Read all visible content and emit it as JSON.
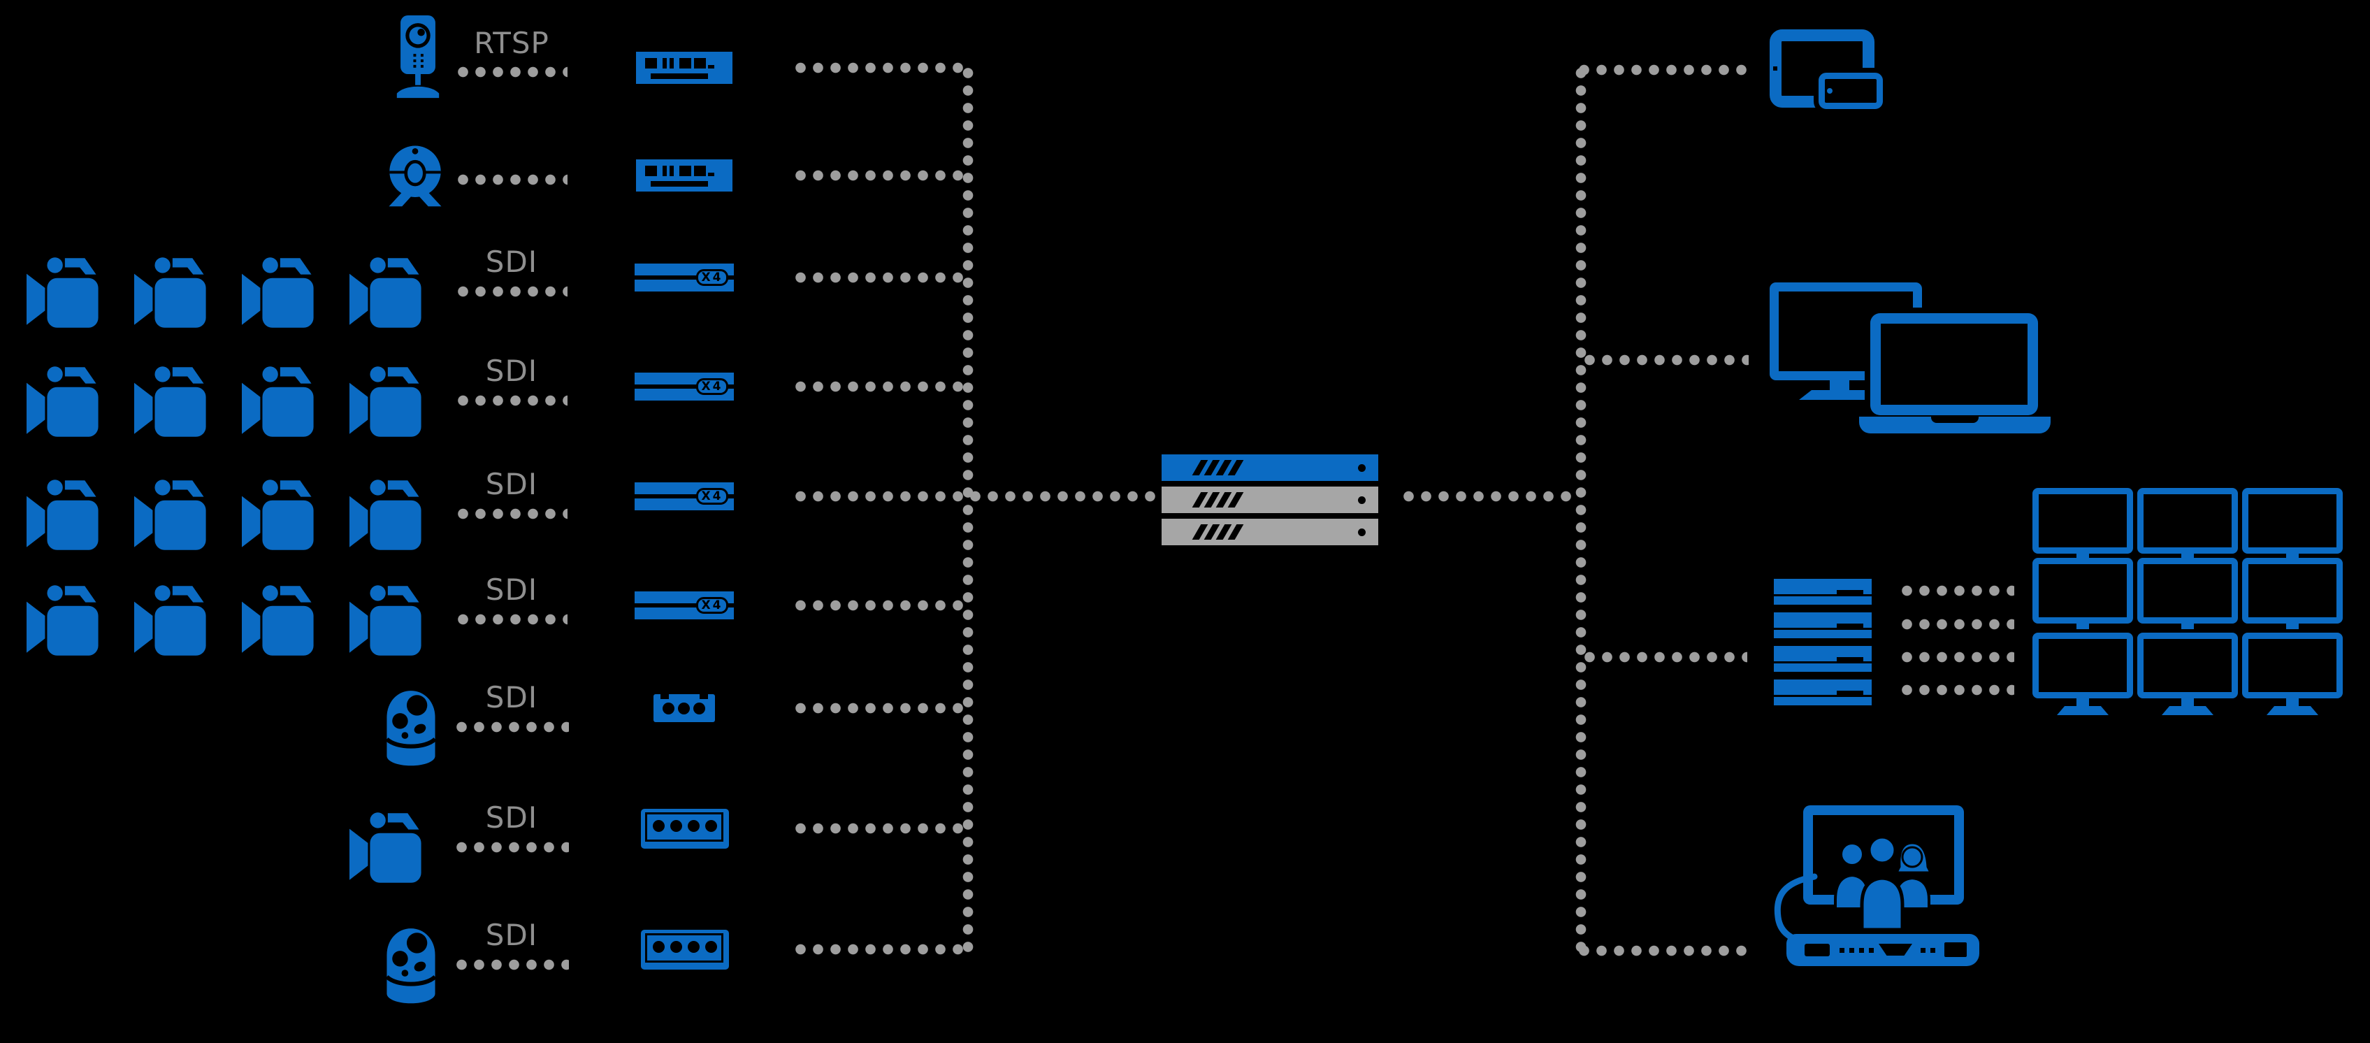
{
  "title": "video-streaming-system-diagram",
  "colors": {
    "background": "#000000",
    "device_blue": "#0b6bc3",
    "connector_dot_gray": "#9e9e9e",
    "protocol_label_gray": "#8f8f8f",
    "server_gray": "#a6a6a6"
  },
  "rows": [
    {
      "source": "ip-camera",
      "label": "RTSP",
      "encoder": "streaming-encoder"
    },
    {
      "source": "usb-webcam",
      "label": "",
      "encoder": "streaming-encoder"
    },
    {
      "source": "sdi-camera-group",
      "camera_count": 4,
      "label": "SDI",
      "encoder": "quad-channel-encoder",
      "encoder_badge": "X4"
    },
    {
      "source": "sdi-camera-group",
      "camera_count": 4,
      "label": "SDI",
      "encoder": "quad-channel-encoder",
      "encoder_badge": "X4"
    },
    {
      "source": "sdi-camera-group",
      "camera_count": 4,
      "label": "SDI",
      "encoder": "quad-channel-encoder",
      "encoder_badge": "X4"
    },
    {
      "source": "sdi-camera-group",
      "camera_count": 4,
      "label": "SDI",
      "encoder": "quad-channel-encoder",
      "encoder_badge": "X4"
    },
    {
      "source": "ptz-dome-camera",
      "label": "SDI",
      "encoder": "capture-box-3-port"
    },
    {
      "source": "camcorder",
      "label": "SDI",
      "encoder": "capture-box-4-port"
    },
    {
      "source": "ptz-dome-camera",
      "label": "SDI",
      "encoder": "capture-box-4-port"
    }
  ],
  "server": {
    "rack_units": 3,
    "unit_colors": [
      "#0b6bc3",
      "#a6a6a6",
      "#a6a6a6"
    ]
  },
  "outputs": [
    {
      "name": "tablet-and-smartphone"
    },
    {
      "name": "desktop-monitor-and-laptop"
    },
    {
      "name": "decoder-stack",
      "decoder_units": 4,
      "video_wall": {
        "rows": 3,
        "cols": 3
      }
    },
    {
      "name": "video-conference-endpoint"
    }
  ]
}
